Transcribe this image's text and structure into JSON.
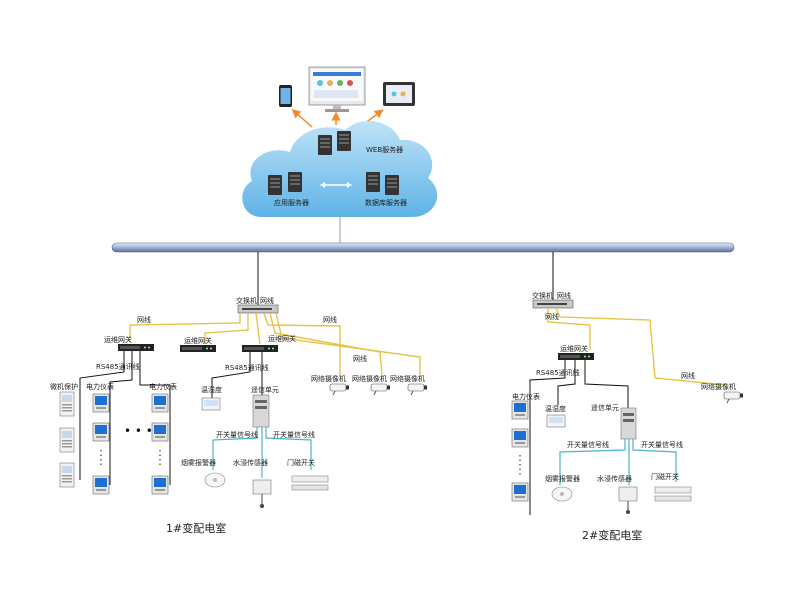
{
  "cloud": {
    "web_server": "WEB服务器",
    "app_server": "应用服务器",
    "db_server": "数据库服务器"
  },
  "labels": {
    "switch": "交换机",
    "net_line": "网线",
    "gateway": "运维网关",
    "rs485": "RS485通讯线",
    "protect_device": "微机保护",
    "power_meter": "电力仪表",
    "temp_humidity": "温湿度",
    "remote_unit": "遥信单元",
    "switch_signal_line": "开关量信号线",
    "smoke_alarm": "烟雾报警器",
    "water_sensor": "水浸传感器",
    "door_switch": "门磁开关",
    "ip_camera": "网络摄像机"
  },
  "rooms": {
    "room1": "1#变配电室",
    "room2": "2#变配电室"
  },
  "colors": {
    "bus": "#aab8d8",
    "net_line": "#e6c44a",
    "signal_line": "#4fb3c8",
    "cloud": "#8ec9ee",
    "arrow": "#f08a2c"
  }
}
